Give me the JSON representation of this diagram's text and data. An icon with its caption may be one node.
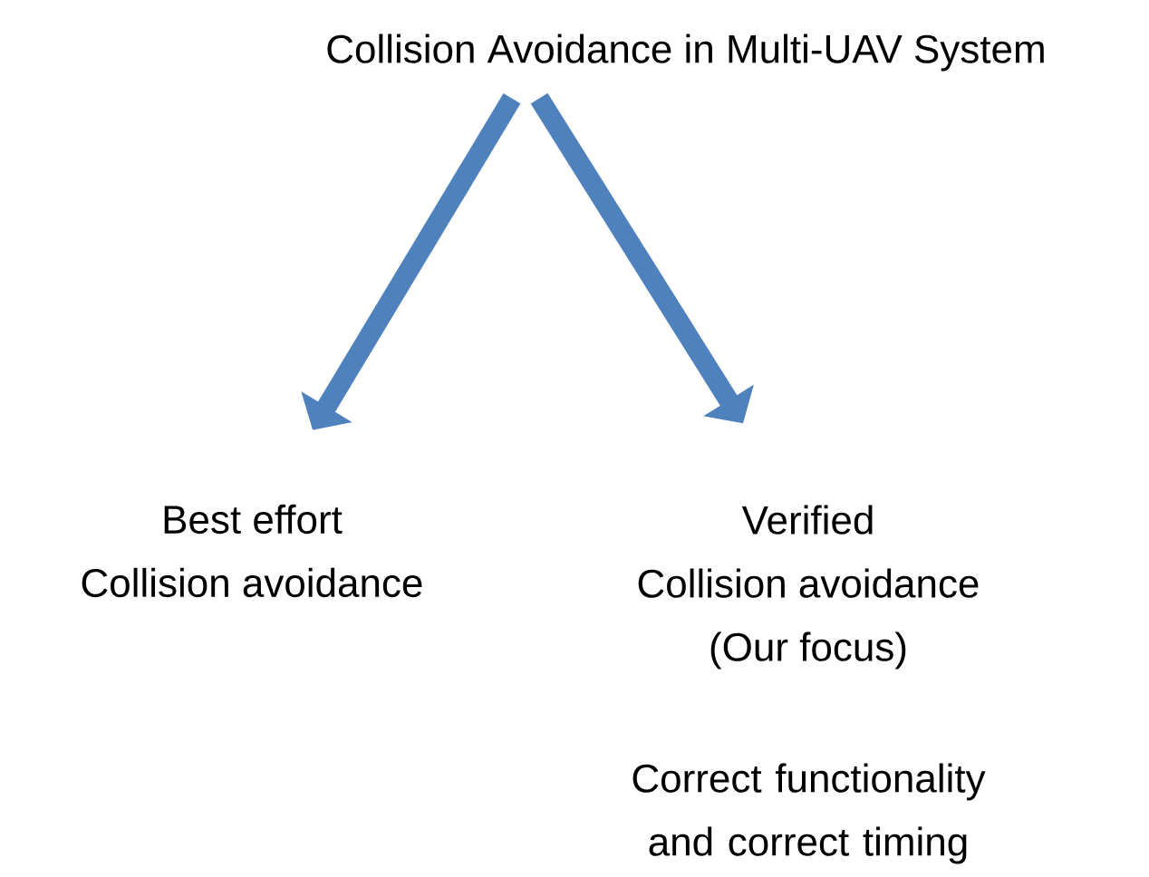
{
  "diagram": {
    "nodes": [
      {
        "text": [
          "Collision Avoidance in Multi-UAV System"
        ]
      },
      {
        "text": [
          "Best effort",
          "Collision avoidance"
        ]
      },
      {
        "text": [
          "Verified",
          "Collision avoidance",
          "(Our focus)"
        ]
      }
    ],
    "edges": [
      {
        "from": 0,
        "to": 1,
        "arrow": "to"
      },
      {
        "from": 0,
        "to": 2,
        "arrow": "to"
      }
    ],
    "labels": [
      "Correct functionality and correct timing"
    ]
  }
}
